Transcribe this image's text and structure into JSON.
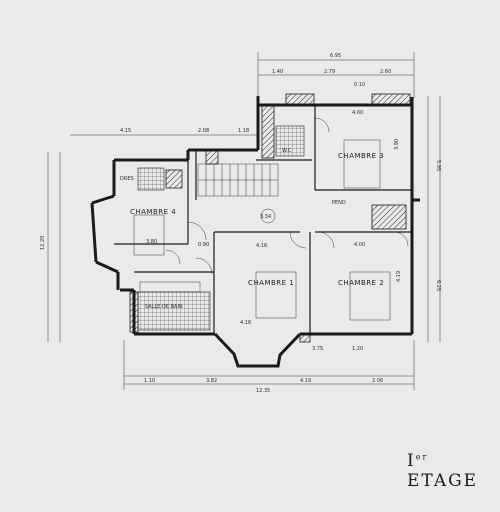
{
  "floor_label": {
    "main": "I",
    "sup": "er",
    "word": "ETAGE"
  },
  "rooms": {
    "chambre1": "CHAMBRE 1",
    "chambre2": "CHAMBRE 2",
    "chambre3": "CHAMBRE 3",
    "chambre4": "CHAMBRE 4",
    "salle_de_bain": "SALLE DE BAIN",
    "pend": "PEND",
    "wc": "W.C",
    "dres": "DRES"
  },
  "level_mark": "3.34",
  "dimensions": {
    "top_total": "6.95",
    "top_a": "1.40",
    "top_b": "2.79",
    "top_c": "2.60",
    "top_d": "0.10",
    "upper_left": "4.15",
    "upper_mid": "2.08",
    "upper_small": "1.18",
    "bottom_total": "12.35",
    "bottom_a": "1.10",
    "bottom_b": "3.82",
    "bottom_c": "4.19",
    "bottom_d": "2.06",
    "left_total": "12.20",
    "right_a": "5.95",
    "right_b": "6.25",
    "ch3_w": "4.00",
    "ch3_h": "3.90",
    "ch4_w": "3.80",
    "ch2_w": "4.00",
    "ch2_h": "4.19",
    "ch1_w": "4.16",
    "misc_1": "3.75",
    "misc_2": "1.20",
    "misc_3": "0.90",
    "misc_4": "4.16"
  }
}
